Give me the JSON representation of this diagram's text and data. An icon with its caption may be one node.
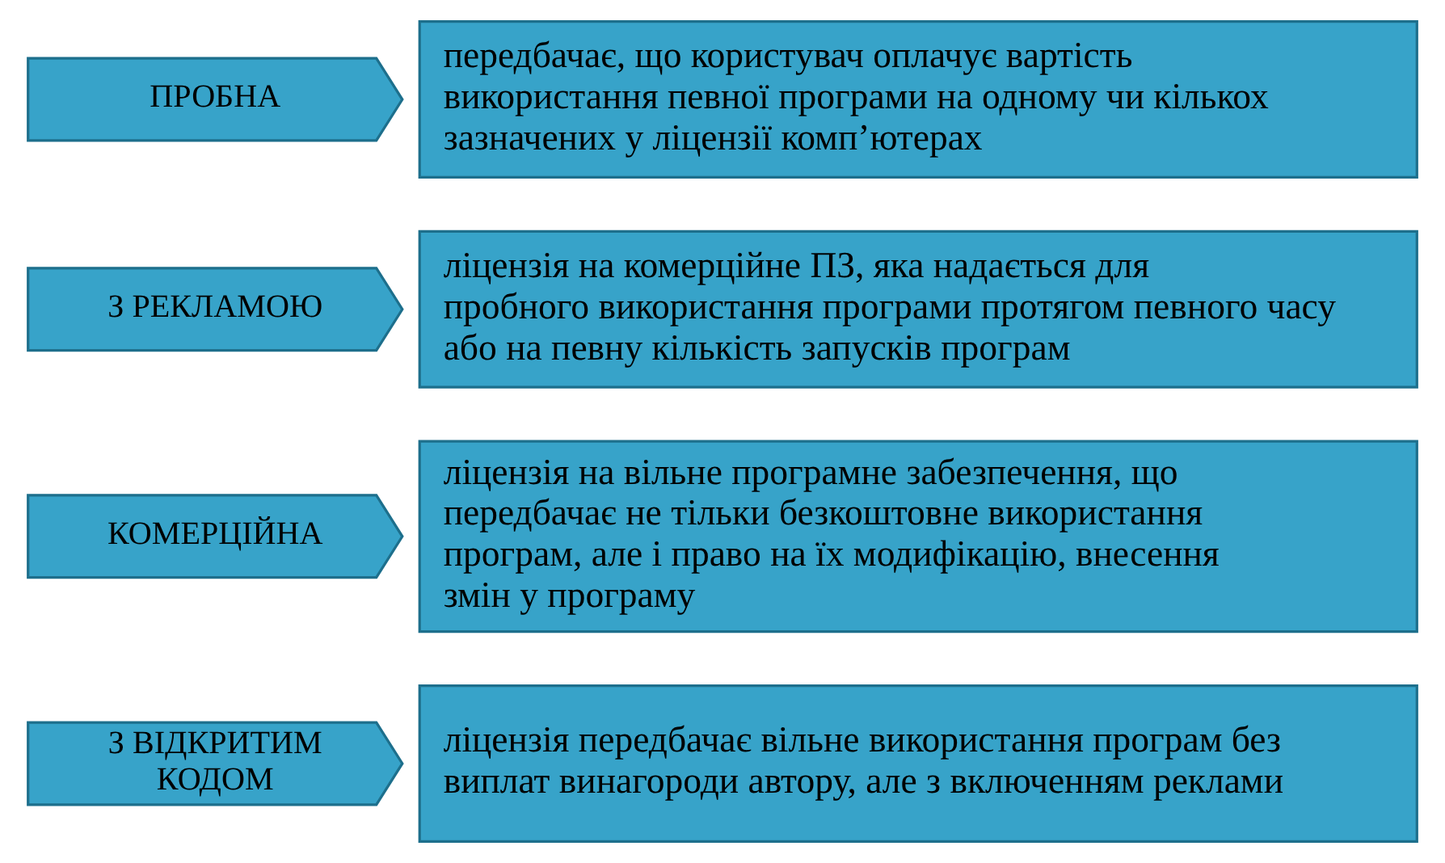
{
  "diagram": {
    "nodes": [
      {
        "text": [
          "ПРОБНА"
        ]
      },
      {
        "text": [
          "передбачає, що користувач оплачує вартість використання певної програми на одному чи кількох зазначених у ліцензії комп’ютерах"
        ]
      },
      {
        "text": [
          "З РЕКЛАМОЮ"
        ]
      },
      {
        "text": [
          "ліцензія на комерційне ПЗ, яка надається для пробного використання програми протягом певного часу або на певну кількість запусків програм"
        ]
      },
      {
        "text": [
          "КОМЕРЦІЙНА"
        ]
      },
      {
        "text": [
          "ліцензія на вільне програмне забезпечення, що передбачає не тільки безкоштовне використання програм, але і право на їх модифікацію, внесення змін у програму"
        ]
      },
      {
        "text": [
          "З ВІДКРИТИМ КОДОМ"
        ]
      },
      {
        "text": [
          "ліцензія передбачає вільне використання програм без виплат винагороди автору, але з включенням реклами"
        ]
      }
    ]
  }
}
